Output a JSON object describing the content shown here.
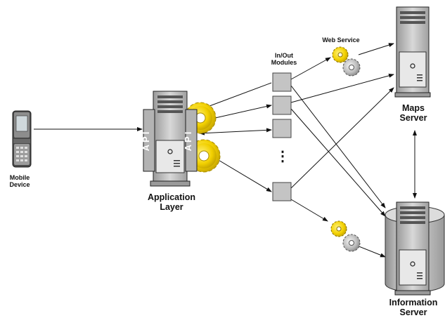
{
  "labels": {
    "mobile_device_line1": "Mobile",
    "mobile_device_line2": "Device",
    "application_layer_line1": "Application",
    "application_layer_line2": "Layer",
    "api_left": "API",
    "api_right": "API",
    "in_out_modules_line1": "In/Out",
    "in_out_modules_line2": "Modules",
    "module_ellipsis": "⋮",
    "web_service": "Web Service",
    "maps_server_line1": "Maps",
    "maps_server_line2": "Server",
    "information_server_line1": "Information",
    "information_server_line2": "Server"
  },
  "colors": {
    "gear_yellow": "#f2d000",
    "gear_yellow_dark": "#c9a800",
    "gear_grey": "#b8b8b8",
    "server_grey": "#c8c8c8",
    "server_dark": "#8a8a8a",
    "module_grey": "#bdbdbd",
    "arrow": "#111111"
  },
  "icons": [
    "mobile-phone-icon",
    "server-icon",
    "gear-icon",
    "database-cylinder-icon"
  ]
}
